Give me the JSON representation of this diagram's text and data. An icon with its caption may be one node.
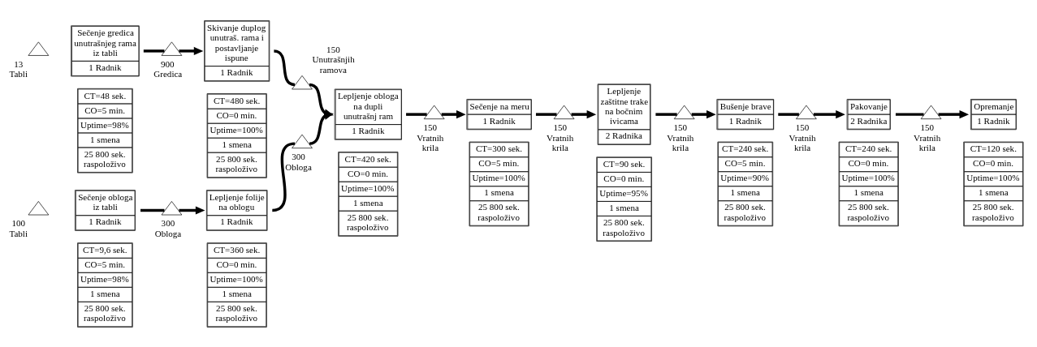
{
  "diagram": {
    "nodes": [
      {
        "text": [],
        "shape": "triangle",
        "beside": [
          "13",
          "Tabli"
        ]
      },
      {
        "text": [
          "Sečenje gredica unutrašnjeg rama iz tabli",
          "1 Radnik"
        ]
      },
      {
        "text": [],
        "shape": "triangle",
        "beside": [
          "900",
          "Gredica"
        ]
      },
      {
        "text": [
          "Skivanje duplog unutraš. rama i postavljanje ispune",
          "1 Radnik"
        ]
      },
      {
        "text": [],
        "shape": "triangle",
        "beside": [
          "150",
          "Unutrašnjih ramova"
        ]
      },
      {
        "text": [
          "CT=48 sek.",
          "CO=5 min.",
          "Uptime=98%",
          "1 smena",
          "25 800 sek. raspoloživo"
        ]
      },
      {
        "text": [
          "CT=480 sek.",
          "CO=0 min.",
          "Uptime=100%",
          "1 smena",
          "25 800 sek. raspoloživo"
        ]
      },
      {
        "text": [
          "Lepljenje obloga na dupli unutrašnj ram",
          "1 Radnik"
        ]
      },
      {
        "text": [],
        "shape": "triangle",
        "beside": [
          "150",
          "Vratnih krila"
        ]
      },
      {
        "text": [
          "Sečenje na meru",
          "1 Radnik"
        ]
      },
      {
        "text": [],
        "shape": "triangle",
        "beside": [
          "150",
          "Vratnih krila"
        ]
      },
      {
        "text": [
          "Lepljenje zaštitne trake na bočnim ivicama",
          "2 Radnika"
        ]
      },
      {
        "text": [],
        "shape": "triangle",
        "beside": [
          "150",
          "Vratnih krila"
        ]
      },
      {
        "text": [
          "Bušenje brave",
          "1 Radnik"
        ]
      },
      {
        "text": [],
        "shape": "triangle",
        "beside": [
          "150",
          "Vratnih krila"
        ]
      },
      {
        "text": [
          "Pakovanje",
          "2 Radnika"
        ]
      },
      {
        "text": [],
        "shape": "triangle",
        "beside": [
          "150",
          "Vratnih krila"
        ]
      },
      {
        "text": [
          "Opremanje",
          "1 Radnik"
        ]
      },
      {
        "text": [],
        "shape": "triangle",
        "beside": [
          "300",
          "Obloga"
        ]
      },
      {
        "text": [
          "CT=420 sek.",
          "CO=0 min.",
          "Uptime=100%",
          "1 smena",
          "25 800 sek. raspoloživo"
        ]
      },
      {
        "text": [
          "CT=300 sek.",
          "CO=5 min.",
          "Uptime=100%",
          "1 smena",
          "25 800 sek. raspoloživo"
        ]
      },
      {
        "text": [
          "CT=90 sek.",
          "CO=0 min.",
          "Uptime=95%",
          "1 smena",
          "25 800 sek. raspoloživo"
        ]
      },
      {
        "text": [
          "CT=240 sek.",
          "CO=5 min.",
          "Uptime=90%",
          "1 smena",
          "25 800 sek. raspoloživo"
        ]
      },
      {
        "text": [
          "CT=240 sek.",
          "CO=0 min.",
          "Uptime=100%",
          "1 smena",
          "25 800 sek. raspoloživo"
        ]
      },
      {
        "text": [
          "CT=120 sek.",
          "CO=0 min.",
          "Uptime=100%",
          "1 smena",
          "25 800 sek. raspoloživo"
        ]
      },
      {
        "text": [],
        "shape": "triangle",
        "beside": [
          "100",
          "Tabli"
        ]
      },
      {
        "text": [
          "Sečenje obloga iz tabli",
          "1 Radnik"
        ]
      },
      {
        "text": [],
        "shape": "triangle",
        "beside": [
          "300",
          "Obloga"
        ]
      },
      {
        "text": [
          "Lepljenje folije na oblogu",
          "1 Radnik"
        ]
      },
      {
        "text": [
          "CT=9,6 sek.",
          "CO=5 min.",
          "Uptime=98%",
          "1 smena",
          "25 800 sek. raspoloživo"
        ]
      },
      {
        "text": [
          "CT=360 sek.",
          "CO=0 min.",
          "Uptime=100%",
          "1 smena",
          "25 800 sek. raspoloživo"
        ]
      }
    ],
    "edges": [
      {
        "from": 1,
        "to": 2,
        "arrow": "none"
      },
      {
        "from": 2,
        "to": 3,
        "arrow": "to"
      },
      {
        "from": 3,
        "to": 4,
        "arrow": "none"
      },
      {
        "from": 4,
        "to": 7,
        "arrow": "to"
      },
      {
        "from": 7,
        "to": 8,
        "arrow": "none"
      },
      {
        "from": 8,
        "to": 9,
        "arrow": "to"
      },
      {
        "from": 9,
        "to": 10,
        "arrow": "none"
      },
      {
        "from": 10,
        "to": 11,
        "arrow": "to"
      },
      {
        "from": 11,
        "to": 12,
        "arrow": "none"
      },
      {
        "from": 12,
        "to": 13,
        "arrow": "to"
      },
      {
        "from": 13,
        "to": 14,
        "arrow": "none"
      },
      {
        "from": 14,
        "to": 15,
        "arrow": "to"
      },
      {
        "from": 15,
        "to": 16,
        "arrow": "none"
      },
      {
        "from": 16,
        "to": 17,
        "arrow": "to"
      },
      {
        "from": 26,
        "to": 27,
        "arrow": "none"
      },
      {
        "from": 27,
        "to": 28,
        "arrow": "to"
      },
      {
        "from": 28,
        "to": 18,
        "arrow": "none"
      },
      {
        "from": 18,
        "to": 7,
        "arrow": "to"
      }
    ]
  }
}
